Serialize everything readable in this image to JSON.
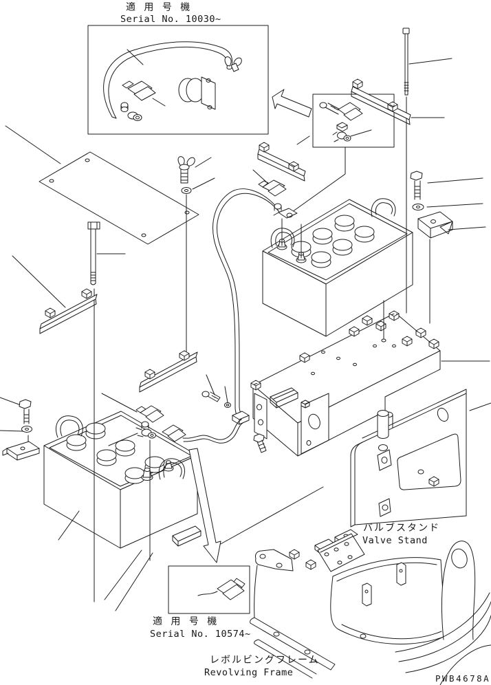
{
  "page": {
    "part_code": "PWB4678A",
    "background_color": "#ffffff",
    "line_color": "#1b1b1b",
    "type": "parts-exploded-diagram"
  },
  "annotations": {
    "top_serial": {
      "applicable_jp": "適 用 号 機",
      "serial_en": "Serial No. 10030~"
    },
    "bottom_serial": {
      "applicable_jp": "適 用 号 機",
      "serial_en": "Serial No. 10574~"
    },
    "valve_stand": {
      "jp": "バルブスタンド",
      "en": "Valve Stand"
    },
    "revolving_frame": {
      "jp": "レボルビングフレーム",
      "en": "Revolving Frame"
    }
  }
}
